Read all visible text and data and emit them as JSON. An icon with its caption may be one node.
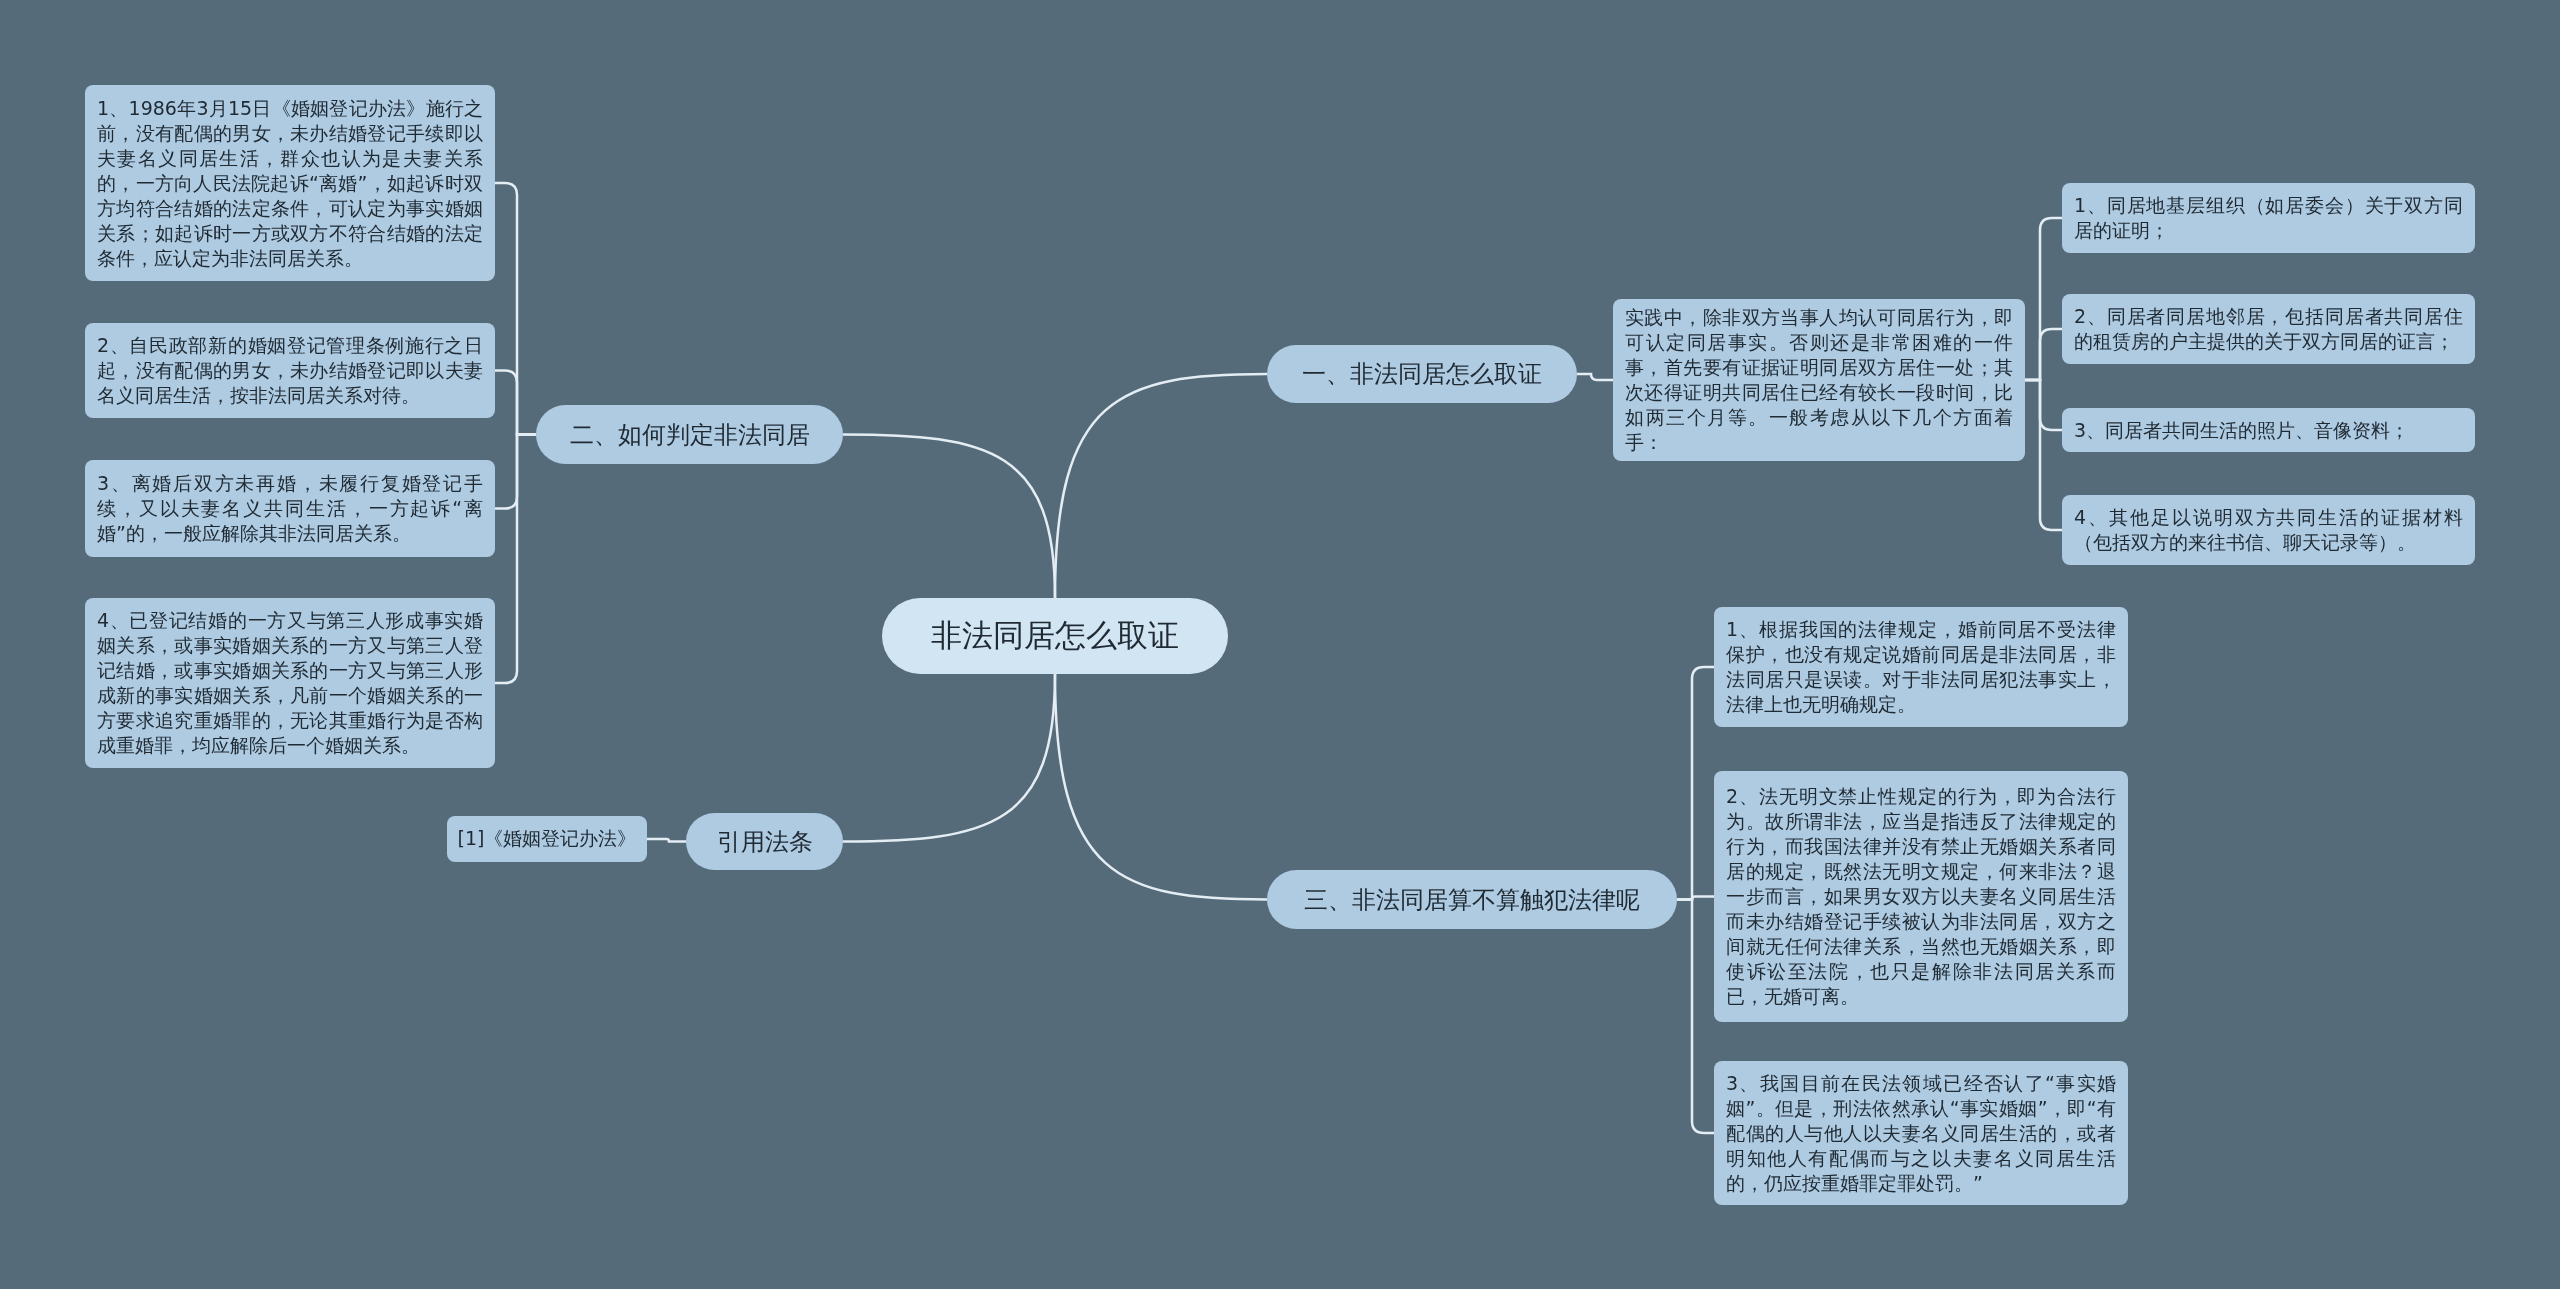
{
  "diagram": {
    "nodes": [
      {
        "text": [
          "非法同居怎么取证"
        ]
      },
      {
        "text": [
          "一、非法同居怎么取证"
        ]
      },
      {
        "text": [
          "实践中，除非双方当事人均认可同居行为，即可认定同居事实。否则还是非常困难的一件事，首先要有证据证明同居双方居住一处；其次还得证明共同居住已经有较长一段时间，比如两三个月等。一般考虑从以下几个方面着手："
        ]
      },
      {
        "text": [
          "1、同居地基层组织（如居委会）关于双方同居的证明；"
        ]
      },
      {
        "text": [
          "2、同居者同居地邻居，包括同居者共同居住的租赁房的户主提供的关于双方同居的证言；"
        ]
      },
      {
        "text": [
          "3、同居者共同生活的照片、音像资料；"
        ]
      },
      {
        "text": [
          "4、其他足以说明双方共同生活的证据材料（包括双方的来往书信、聊天记录等）。"
        ]
      },
      {
        "text": [
          "二、如何判定非法同居"
        ]
      },
      {
        "text": [
          "1、1986年3月15日《婚姻登记办法》施行之前，没有配偶的男女，未办结婚登记手续即以夫妻名义同居生活，群众也认为是夫妻关系的，一方向人民法院起诉“离婚”，如起诉时双方均符合结婚的法定条件，可认定为事实婚姻关系；如起诉时一方或双方不符合结婚的法定条件，应认定为非法同居关系。"
        ]
      },
      {
        "text": [
          "2、自民政部新的婚姻登记管理条例施行之日起，没有配偶的男女，未办结婚登记即以夫妻名义同居生活，按非法同居关系对待。"
        ]
      },
      {
        "text": [
          "3、离婚后双方未再婚，未履行复婚登记手续，又以夫妻名义共同生活，一方起诉“离婚”的，一般应解除其非法同居关系。"
        ]
      },
      {
        "text": [
          "4、已登记结婚的一方又与第三人形成事实婚姻关系，或事实婚姻关系的一方又与第三人登记结婚，或事实婚姻关系的一方又与第三人形成新的事实婚姻关系，凡前一个婚姻关系的一方要求追究重婚罪的，无论其重婚行为是否构成重婚罪，均应解除后一个婚姻关系。"
        ]
      },
      {
        "text": [
          "引用法条"
        ]
      },
      {
        "text": [
          "[1]《婚姻登记办法》"
        ]
      },
      {
        "text": [
          "三、非法同居算不算触犯法律呢"
        ]
      },
      {
        "text": [
          "1、根据我国的法律规定，婚前同居不受法律保护，也没有规定说婚前同居是非法同居，非法同居只是误读。对于非法同居犯法事实上，法律上也无明确规定。"
        ]
      },
      {
        "text": [
          "2、法无明文禁止性规定的行为，即为合法行为。故所谓非法，应当是指违反了法律规定的行为，而我国法律并没有禁止无婚姻关系者同居的规定，既然法无明文规定，何来非法？退一步而言，如果男女双方以夫妻名义同居生活而未办结婚登记手续被认为非法同居，双方之间就无任何法律关系，当然也无婚姻关系，即使诉讼至法院，也只是解除非法同居关系而已，无婚可离。"
        ]
      },
      {
        "text": [
          "3、我国目前在民法领域已经否认了“事实婚姻”。但是，刑法依然承认“事实婚姻”，即“有配偶的人与他人以夫妻名义同居生活的，或者明知他人有配偶而与之以夫妻名义同居生活的，仍应按重婚罪定罪处罚。”"
        ]
      }
    ],
    "edges": [
      {
        "from": 0,
        "to": 1,
        "arrow": "none"
      },
      {
        "from": 1,
        "to": 2,
        "arrow": "none"
      },
      {
        "from": 2,
        "to": 3,
        "arrow": "none"
      },
      {
        "from": 2,
        "to": 4,
        "arrow": "none"
      },
      {
        "from": 2,
        "to": 5,
        "arrow": "none"
      },
      {
        "from": 2,
        "to": 6,
        "arrow": "none"
      },
      {
        "from": 0,
        "to": 7,
        "arrow": "none"
      },
      {
        "from": 7,
        "to": 8,
        "arrow": "none"
      },
      {
        "from": 7,
        "to": 9,
        "arrow": "none"
      },
      {
        "from": 7,
        "to": 10,
        "arrow": "none"
      },
      {
        "from": 7,
        "to": 11,
        "arrow": "none"
      },
      {
        "from": 0,
        "to": 12,
        "arrow": "none"
      },
      {
        "from": 12,
        "to": 13,
        "arrow": "none"
      },
      {
        "from": 0,
        "to": 14,
        "arrow": "none"
      },
      {
        "from": 14,
        "to": 15,
        "arrow": "none"
      },
      {
        "from": 14,
        "to": 16,
        "arrow": "none"
      },
      {
        "from": 14,
        "to": 17,
        "arrow": "none"
      }
    ]
  }
}
